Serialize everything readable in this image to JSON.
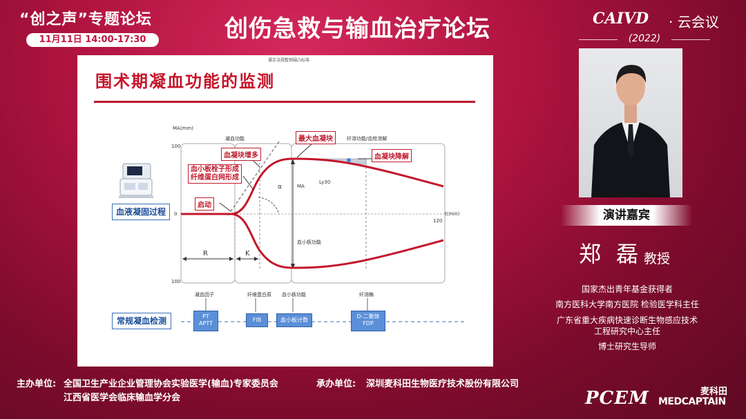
{
  "header": {
    "forum_series": "“创之声”专题论坛",
    "time": "11月11日 14:00-17:30",
    "title": "创伤急救与输血治疗论坛",
    "brand_caivd": "CAIVD",
    "brand_cloud": "· 云会议",
    "brand_year": "(2022)"
  },
  "slide": {
    "caption": "凝正法规整铜围凸标准",
    "title": "围术期凝血功能的监测",
    "left_labels": {
      "clotting_process": "血液凝固过程",
      "routine_tests": "常规凝血检测"
    },
    "annotations": {
      "start": "启动",
      "platelet_fibrin_line1": "血小板栓子形成",
      "platelet_fibrin_line2": "纤维蛋白网形成",
      "clot_increase": "血凝块增多",
      "max_clot": "最大血凝块",
      "clot_lysis": "血凝块降解"
    },
    "chart_text": {
      "y_unit": "MA(mm)",
      "y_top": "100",
      "y_zero": "0",
      "y_bottom": "100",
      "x_unit": "t(min)",
      "x_end": "120",
      "phase_coag": "凝血功能",
      "phase_fibrinolysis": "纤溶功能/血栓溶解",
      "ma": "MA",
      "ly30": "Ly30",
      "alpha": "α",
      "r": "R",
      "k": "K",
      "platelet_function": "血小板功能"
    },
    "factor_labels": [
      "凝血因子",
      "纤维蛋白原",
      "血小板功能",
      "纤溶酶"
    ],
    "test_boxes": {
      "pt_line1": "PT",
      "pt_line2": "APTT",
      "fib": "FIB",
      "plt": "血小板计数",
      "dd_line1": "D-二聚体",
      "dd_line2": "FDP"
    }
  },
  "speaker": {
    "banner": "演讲嘉宾",
    "name": "郑 磊",
    "role": "教授",
    "credentials": [
      "国家杰出青年基金获得者",
      "南方医科大学南方医院 检验医学科主任",
      "广东省重大疾病快速诊断生物感应技术",
      "工程研究中心主任",
      "博士研究生导师"
    ]
  },
  "footer": {
    "host_label": "主办单位:",
    "host_line1": "全国卫生产业企业管理协会实验医学(输血)专家委员会",
    "host_line2": "江西省医学会临床输血学分会",
    "organizer_label": "承办单位:",
    "organizer": "深圳麦科田生物医疗技术股份有限公司",
    "pcem": "PCEM",
    "medcaptain_cn": "麦科田",
    "medcaptain_en": "MEDCAPTAIN"
  },
  "colors": {
    "background": "#b0143f",
    "slide_title": "#c4152a",
    "accent_blue": "#3a6fb7"
  }
}
